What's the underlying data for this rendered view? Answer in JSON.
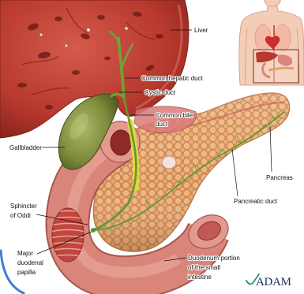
{
  "diagram": {
    "labels": {
      "liver": "Liver",
      "common_hepatic_duct": "Common hepatic duct",
      "cystic_duct": "Cystic duct",
      "common_bile_duct": [
        "Common bile",
        "duct"
      ],
      "gallbladder": "Gallbladder",
      "pancreas": "Pancreas",
      "pancreatic_duct": "Pancreatic duct",
      "sphincter_of_oddi": [
        "Sphincter",
        "of Oddi"
      ],
      "major_duodenal_papilla": [
        "Major",
        "duodenal",
        "papilla"
      ],
      "duodenum": [
        "Duodenum portion",
        "of the small",
        "intestine"
      ]
    }
  },
  "logo": {
    "text": "ADAM",
    "icon": "swoosh-mark-icon"
  },
  "colors": {
    "liver": "#b8392e",
    "gallbladder": "#7d8b3a",
    "bile_duct": "#6aa53a",
    "bile_duct_highlight": "#e6dc3a",
    "pancreas": "#e3a067",
    "duodenum": "#d9857a",
    "duodenum_lumen": "#8e2a2a",
    "frame_accent": "#3b7dd8",
    "logo": "#1d2e5c"
  }
}
